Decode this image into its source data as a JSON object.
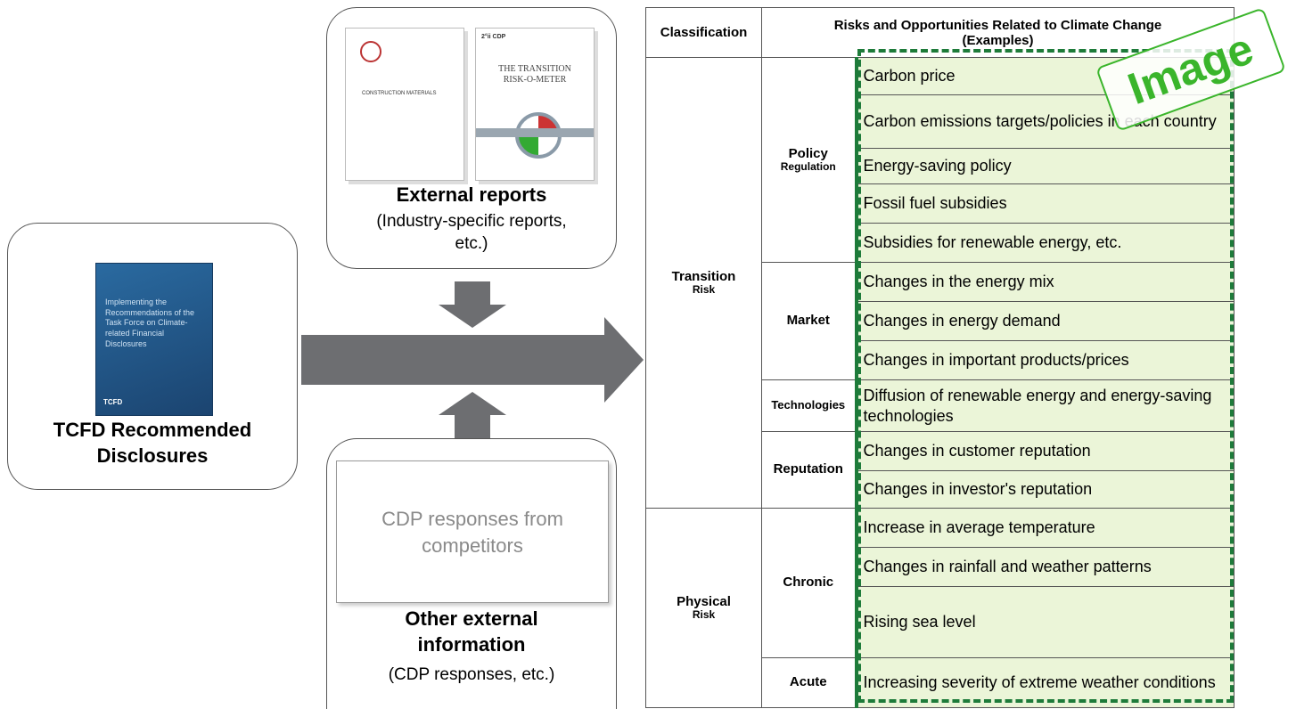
{
  "left_box": {
    "doc_cover_text": "Implementing the Recommendations of the Task Force on Climate-related Financial Disclosures",
    "doc_footer": "TCFD",
    "title_line1": "TCFD Recommended",
    "title_line2": "Disclosures"
  },
  "top_box": {
    "doc1_title": "CONSTRUCTION MATERIALS",
    "doc2_title_line1": "THE TRANSITION",
    "doc2_title_line2": "RISK-O-METER",
    "doc2_logos": "2°ii CDP",
    "title": "External reports",
    "subtitle_line1": "(Industry-specific reports,",
    "subtitle_line2": "etc.)"
  },
  "bottom_box": {
    "inner_line1": "CDP responses from",
    "inner_line2": "competitors",
    "title_line1": "Other external",
    "title_line2": "information",
    "subtitle": "(CDP responses, etc.)"
  },
  "table": {
    "header_classification": "Classification",
    "header_risks_line1": "Risks and Opportunities Related to Climate Change",
    "header_risks_line2": "(Examples)",
    "groups": [
      {
        "name": "Transition",
        "sub": "Risk"
      },
      {
        "name": "Physical",
        "sub": "Risk"
      }
    ],
    "categories": [
      {
        "name": "Policy",
        "sub": "Regulation"
      },
      {
        "name": "Market",
        "sub": ""
      },
      {
        "name": "Technologies",
        "sub": ""
      },
      {
        "name": "Reputation",
        "sub": ""
      },
      {
        "name": "Chronic",
        "sub": ""
      },
      {
        "name": "Acute",
        "sub": ""
      }
    ],
    "examples": [
      "Carbon price",
      "Carbon emissions targets/policies in each country",
      "Energy-saving policy",
      "Fossil fuel subsidies",
      "Subsidies for renewable energy, etc.",
      "Changes in the energy mix",
      "Changes in energy demand",
      "Changes in important products/prices",
      "Diffusion of renewable energy and energy-saving technologies",
      "Changes in customer reputation",
      "Changes in investor's reputation",
      "Increase in average temperature",
      "Changes in rainfall and weather patterns",
      "Rising sea level",
      "Increasing severity of extreme weather conditions"
    ]
  },
  "stamp": "Image",
  "colors": {
    "arrow": "#6d6e71",
    "example_fill": "#ebf5d8",
    "accent_green": "#1e7b3a",
    "stamp_green": "#3ab52b",
    "cover_blue": "#1f5a8c"
  }
}
